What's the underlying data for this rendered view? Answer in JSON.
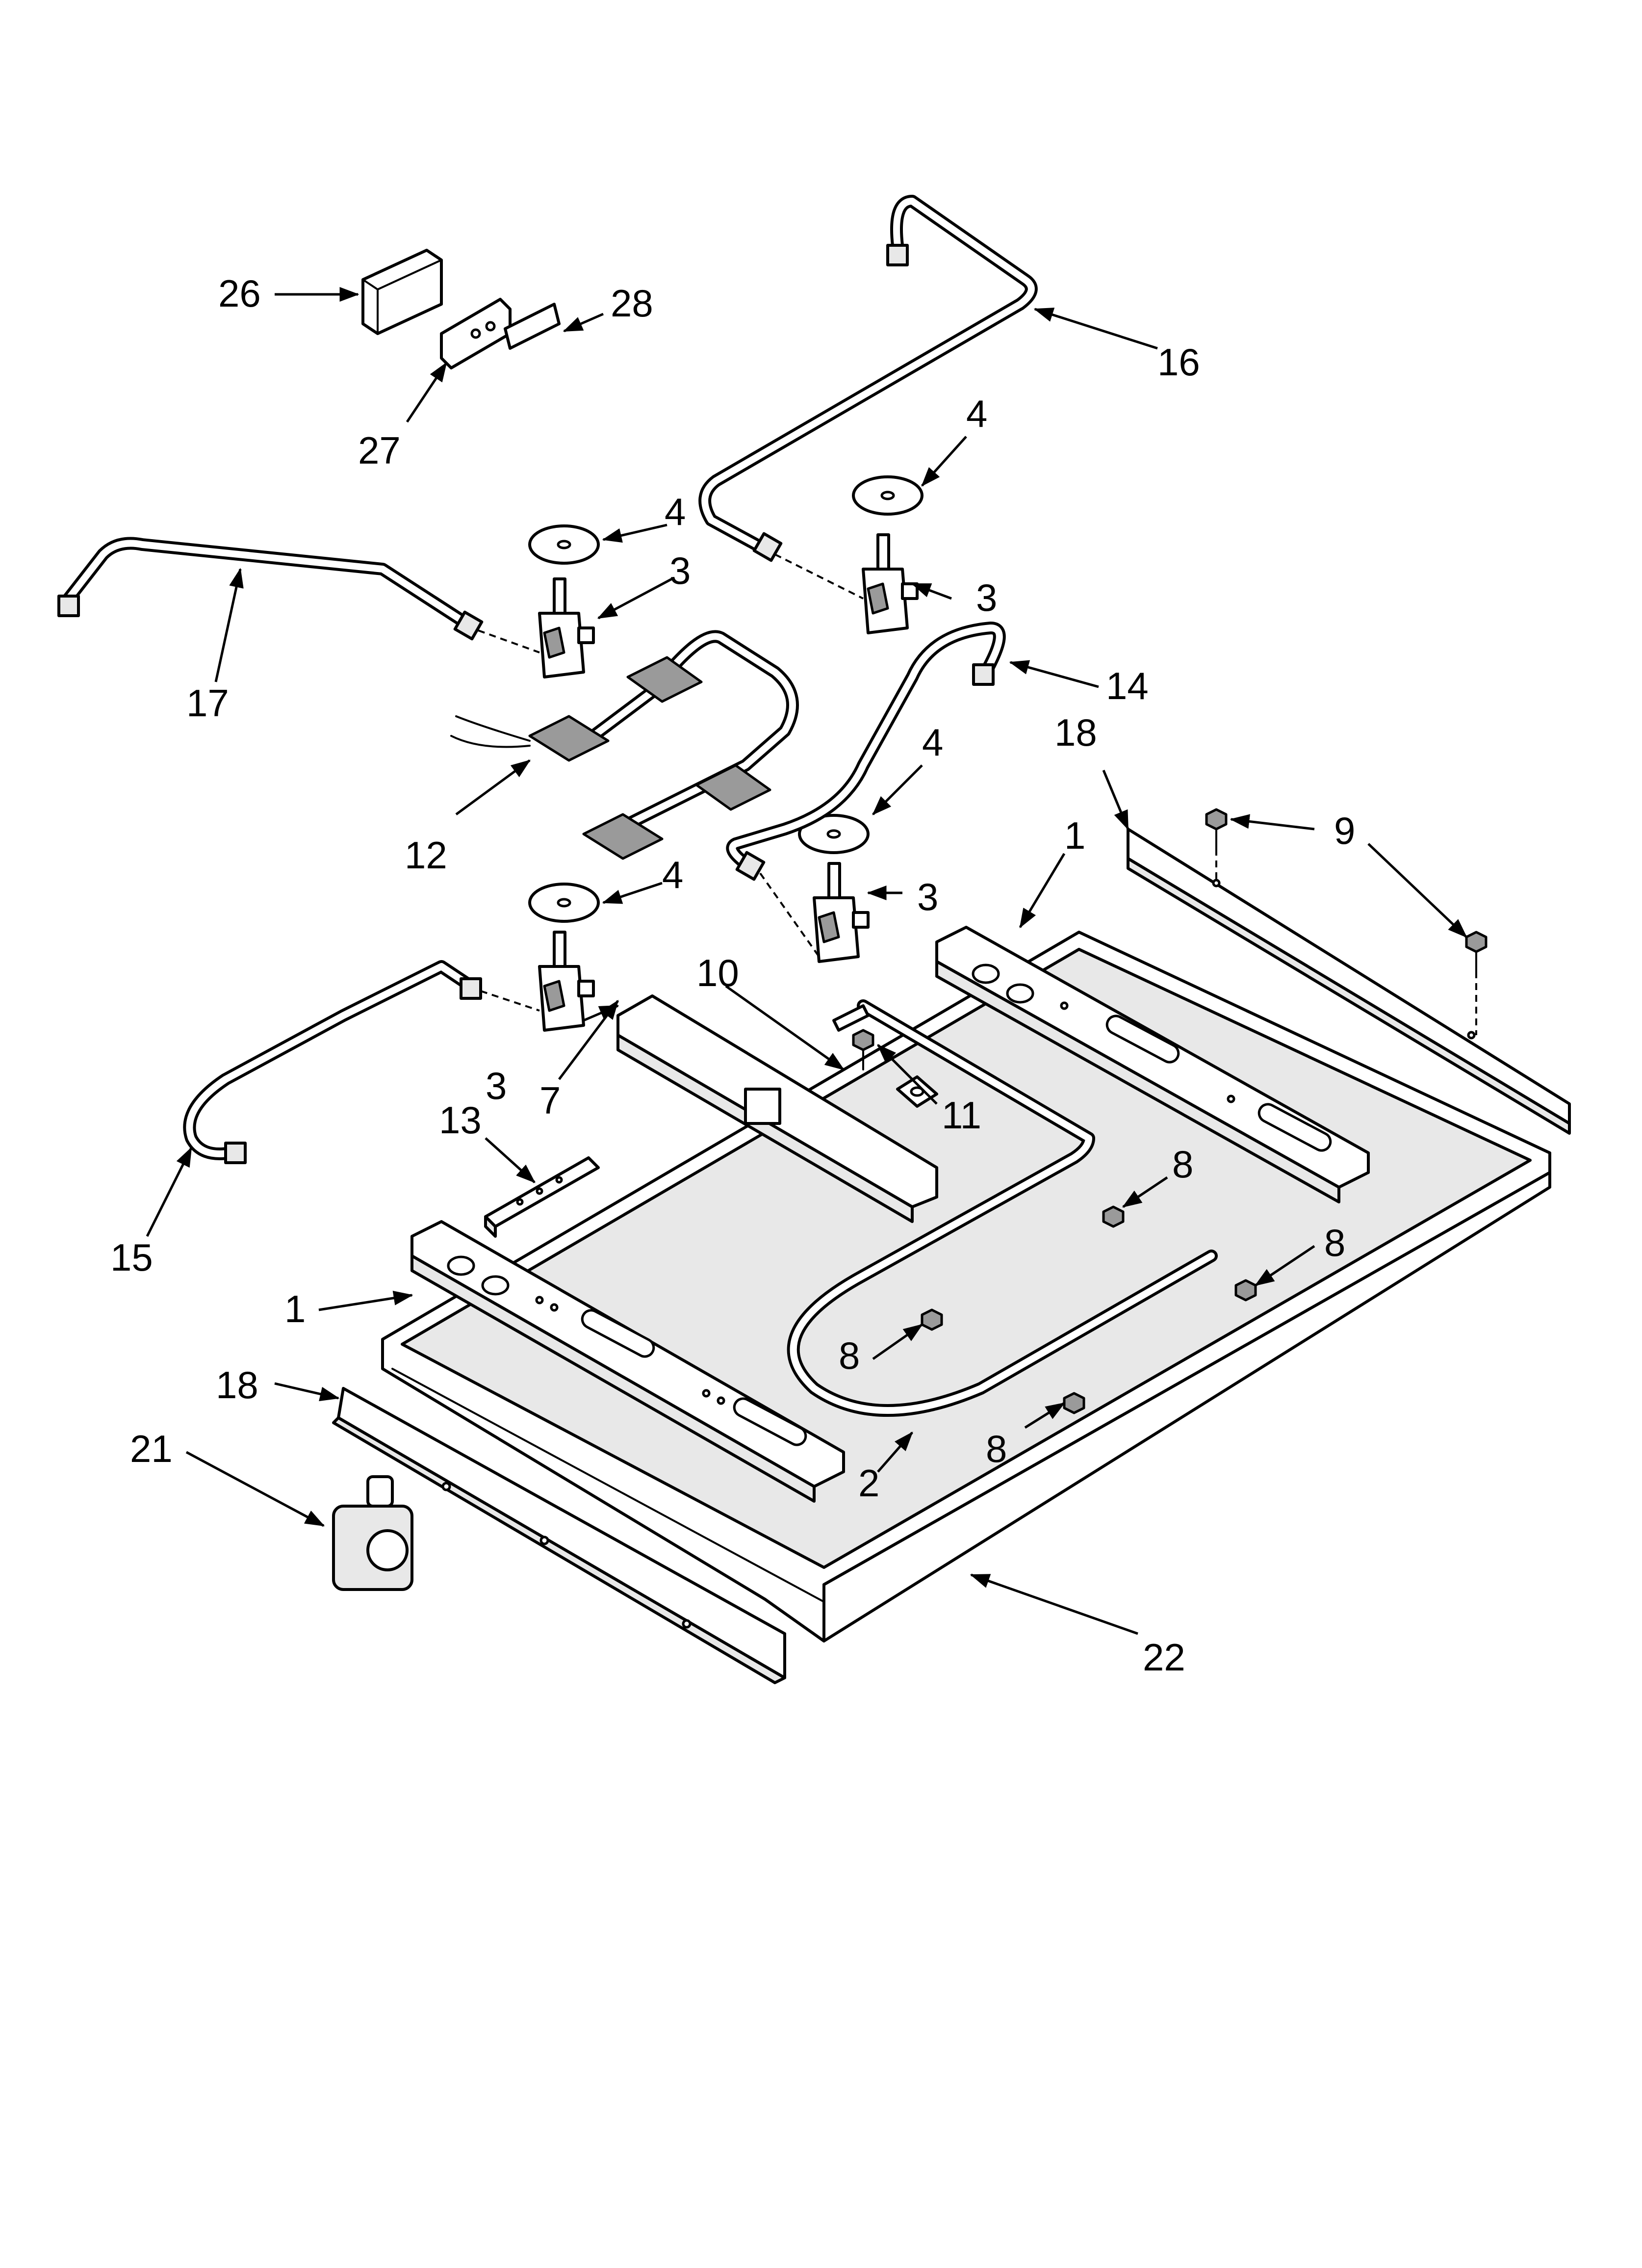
{
  "callouts": [
    {
      "label": "26"
    },
    {
      "label": "28"
    },
    {
      "label": "27"
    },
    {
      "label": "16"
    },
    {
      "label": "4"
    },
    {
      "label": "4"
    },
    {
      "label": "3"
    },
    {
      "label": "3"
    },
    {
      "label": "17"
    },
    {
      "label": "14"
    },
    {
      "label": "12"
    },
    {
      "label": "4"
    },
    {
      "label": "18"
    },
    {
      "label": "9"
    },
    {
      "label": "1"
    },
    {
      "label": "4"
    },
    {
      "label": "3"
    },
    {
      "label": "10"
    },
    {
      "label": "3"
    },
    {
      "label": "7"
    },
    {
      "label": "11"
    },
    {
      "label": "13"
    },
    {
      "label": "8"
    },
    {
      "label": "15"
    },
    {
      "label": "8"
    },
    {
      "label": "1"
    },
    {
      "label": "8"
    },
    {
      "label": "18"
    },
    {
      "label": "21"
    },
    {
      "label": "8"
    },
    {
      "label": "2"
    },
    {
      "label": "22"
    }
  ]
}
